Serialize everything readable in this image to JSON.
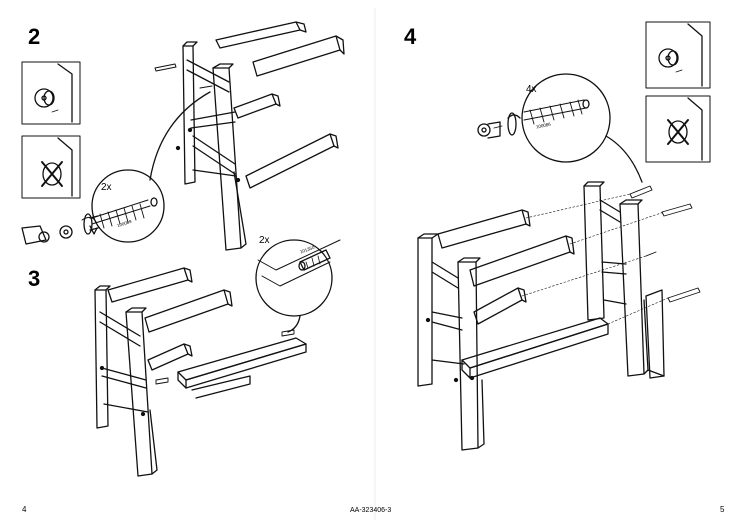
{
  "steps": {
    "step2": {
      "number": "2",
      "quantity": "2x",
      "part_code": "100089"
    },
    "step3": {
      "number": "3",
      "quantity": "2x",
      "part_code": "101350"
    },
    "step4": {
      "number": "4",
      "quantity": "4x",
      "part_code": "100086"
    }
  },
  "footer": {
    "page_left": "4",
    "doc_code": "AA-323406-3",
    "page_right": "5"
  }
}
